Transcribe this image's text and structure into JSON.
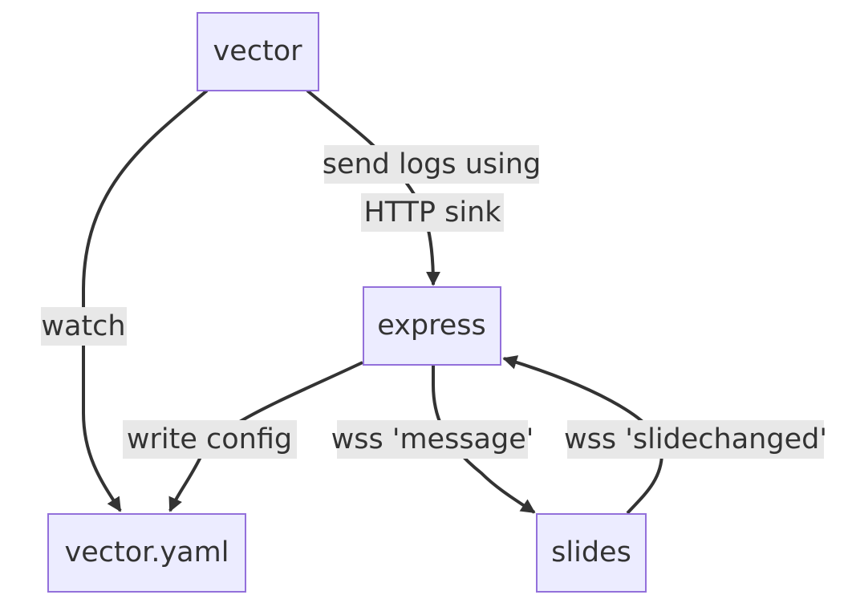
{
  "nodes": {
    "vector": "vector",
    "express": "express",
    "vector_yaml": "vector.yaml",
    "slides": "slides"
  },
  "edges": {
    "send_logs_line1": "send logs using",
    "send_logs_line2": "HTTP sink",
    "watch": "watch",
    "write_config": "write config",
    "wss_message": "wss 'message'",
    "wss_slidechanged": "wss 'slidechanged'"
  },
  "colors": {
    "node_fill": "#ececff",
    "node_stroke": "#9370db",
    "edge": "#333333",
    "label_background": "#e8e8e8"
  }
}
